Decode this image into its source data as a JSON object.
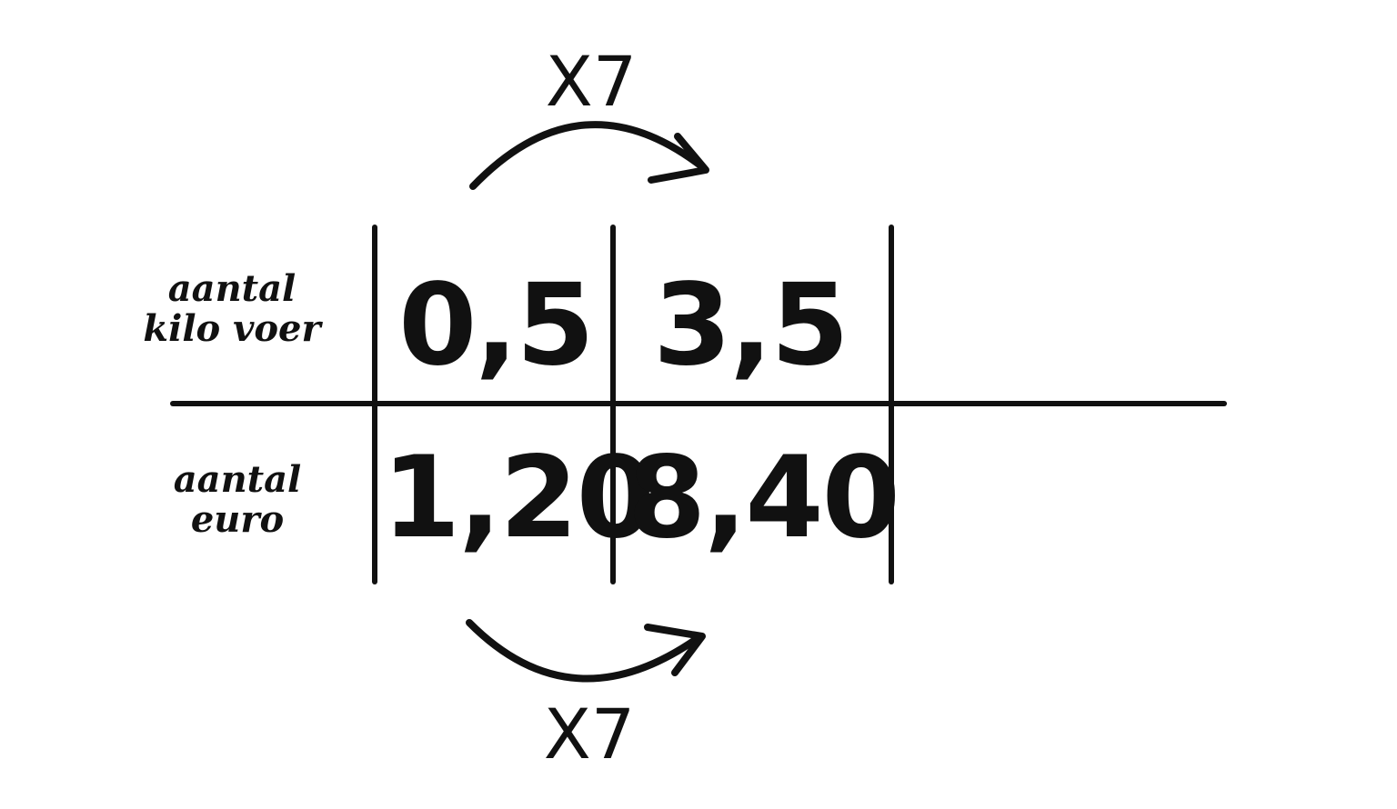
{
  "table": {
    "rows": [
      {
        "label_lines": [
          "aantal",
          "kilo voer"
        ],
        "values": [
          "0,5",
          "3,5",
          ""
        ]
      },
      {
        "label_lines": [
          "aantal",
          "euro"
        ],
        "values": [
          "1,20",
          "8,40",
          ""
        ]
      }
    ]
  },
  "arrows": {
    "top_label": "X7",
    "bottom_label": "X7"
  },
  "colors": {
    "ink": "#111111",
    "background": "#ffffff"
  }
}
